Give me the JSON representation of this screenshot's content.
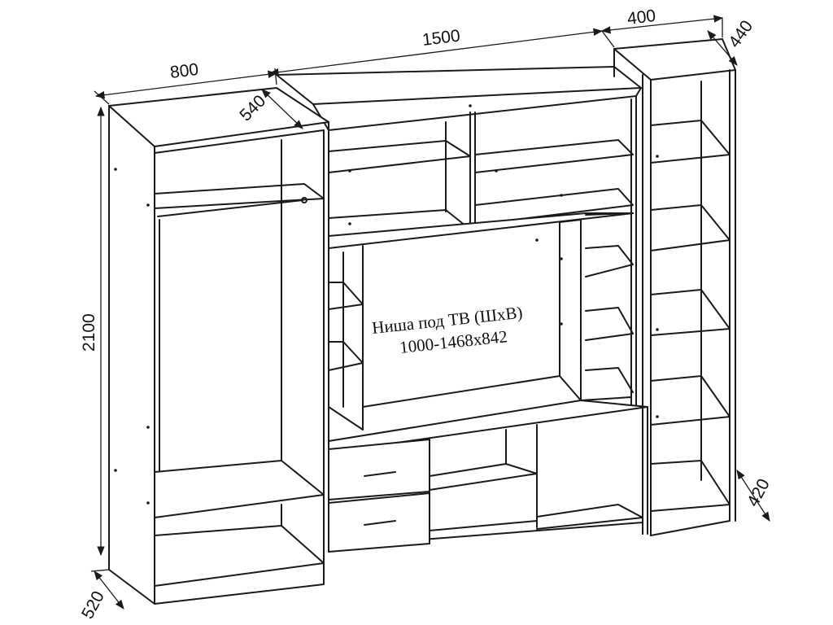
{
  "dimensions": {
    "wardrobe_width": "800",
    "wardrobe_depth": "540",
    "center_width": "1500",
    "tower_width": "400",
    "tower_depth": "440",
    "height": "2100",
    "base_depth": "520",
    "tower_base_depth": "420"
  },
  "tv_niche": {
    "line1": "Ниша под ТВ (ШхВ)",
    "line2": "1000-1468х842"
  }
}
